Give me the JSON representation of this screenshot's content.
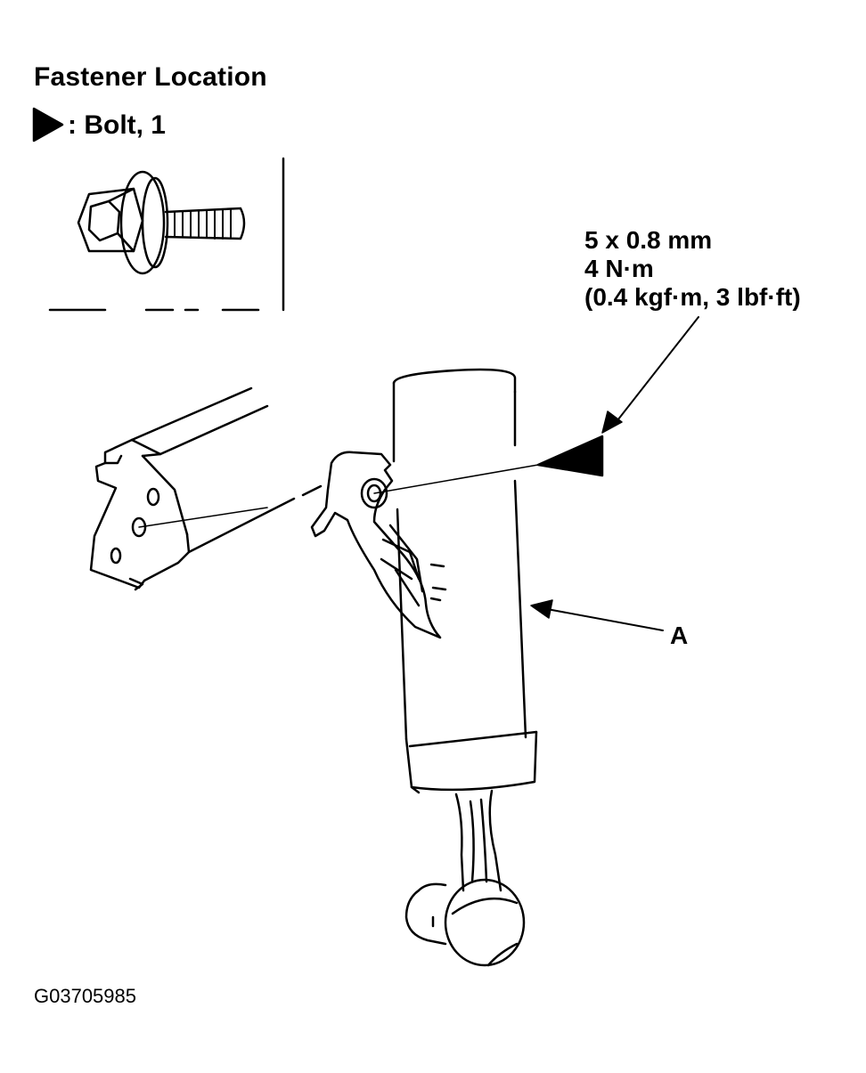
{
  "legend": {
    "title": "Fastener Location",
    "bolt_label": ": Bolt, 1"
  },
  "spec": {
    "size": "5 x 0.8 mm",
    "torque_nm": "4 N·m",
    "torque_alt": "(0.4 kgf·m, 3 lbf·ft)"
  },
  "callouts": {
    "part_a": "A"
  },
  "figure_code": "G03705985",
  "icons": {
    "legend_marker": "triangle-pointer-icon",
    "bolt": "flange-bolt-icon"
  }
}
